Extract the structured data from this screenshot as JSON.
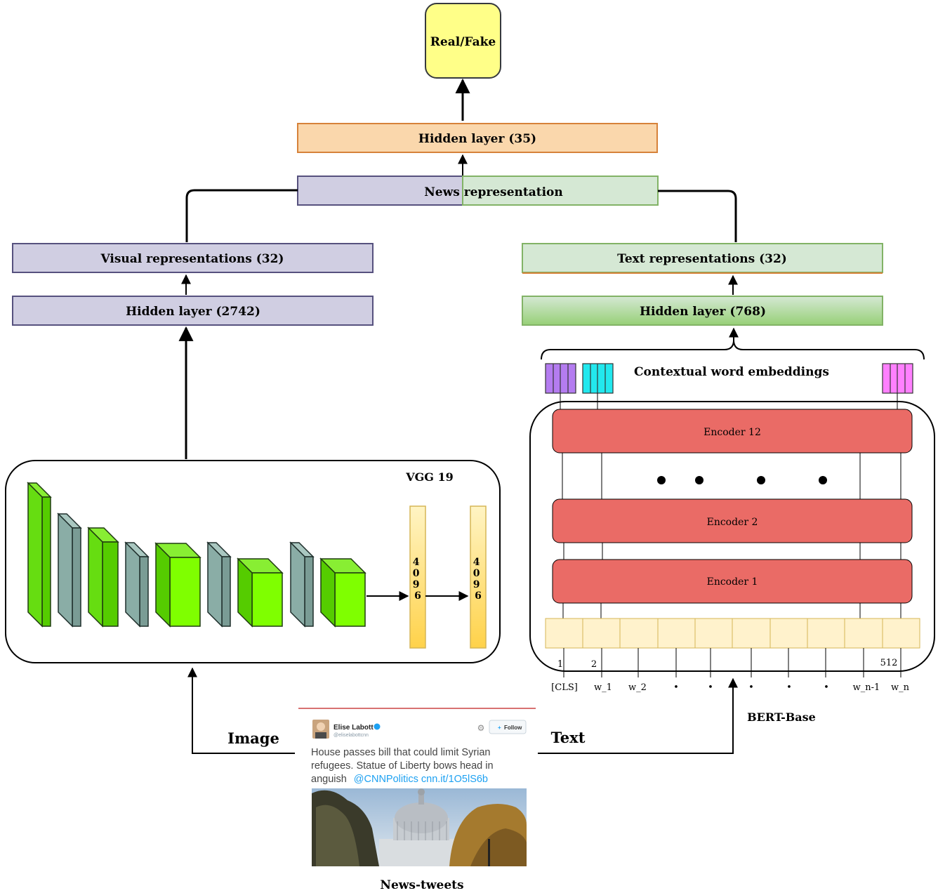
{
  "output": {
    "label": "Real/Fake"
  },
  "hidden35": {
    "label": "Hidden layer (35)"
  },
  "news_rep": {
    "label_left": "News ",
    "label_right": "representation"
  },
  "visual_rep": {
    "label": "Visual representations (32)"
  },
  "hidden2742": {
    "label": "Hidden layer (2742)"
  },
  "text_rep": {
    "label": "Text representations (32)"
  },
  "hidden768": {
    "label": "Hidden layer (768)"
  },
  "contextual": {
    "label": "Contextual word embeddings"
  },
  "vgg": {
    "title": "VGG 19",
    "fc1": "4096",
    "fc2": "4096"
  },
  "bert": {
    "title": "BERT-Base",
    "encoders": [
      "Encoder 12",
      "Encoder 2",
      "Encoder 1"
    ],
    "pos_first": "1",
    "pos_second": "2",
    "pos_last": "512",
    "tokens": [
      "[CLS]",
      "w_1",
      "w_2",
      "•",
      "•",
      "•",
      "•",
      "•",
      "w_n-1",
      "w_n"
    ]
  },
  "inputs": {
    "image_label": "Image",
    "text_label": "Text",
    "caption": "News-tweets"
  },
  "tweet": {
    "user_name": "Elise Labott",
    "handle": "@eliselabottcnn",
    "follow_label": "Follow",
    "text_line1": "House passes bill that could limit Syrian",
    "text_line2": "refugees. Statue of Liberty bows head in",
    "text_line3_plain": "anguish",
    "text_line3_link": "@CNNPolitics cnn.it/1O5lS6b"
  },
  "colors": {
    "output_fill": "#ffff88",
    "hidden35_fill": "#fad7ac",
    "hidden35_stroke": "#d6823a",
    "visual_fill": "#d0cee2",
    "visual_stroke": "#56517e",
    "text_fill": "#d5e8d4",
    "text_stroke": "#82b366",
    "encoder_fill": "#ea6b66",
    "token_fill": "#fff2cc",
    "conv_green": "#66dd11",
    "pool_teal": "#8aada6",
    "fc_fill": "#ffd966",
    "link_blue": "#1da1f2"
  }
}
